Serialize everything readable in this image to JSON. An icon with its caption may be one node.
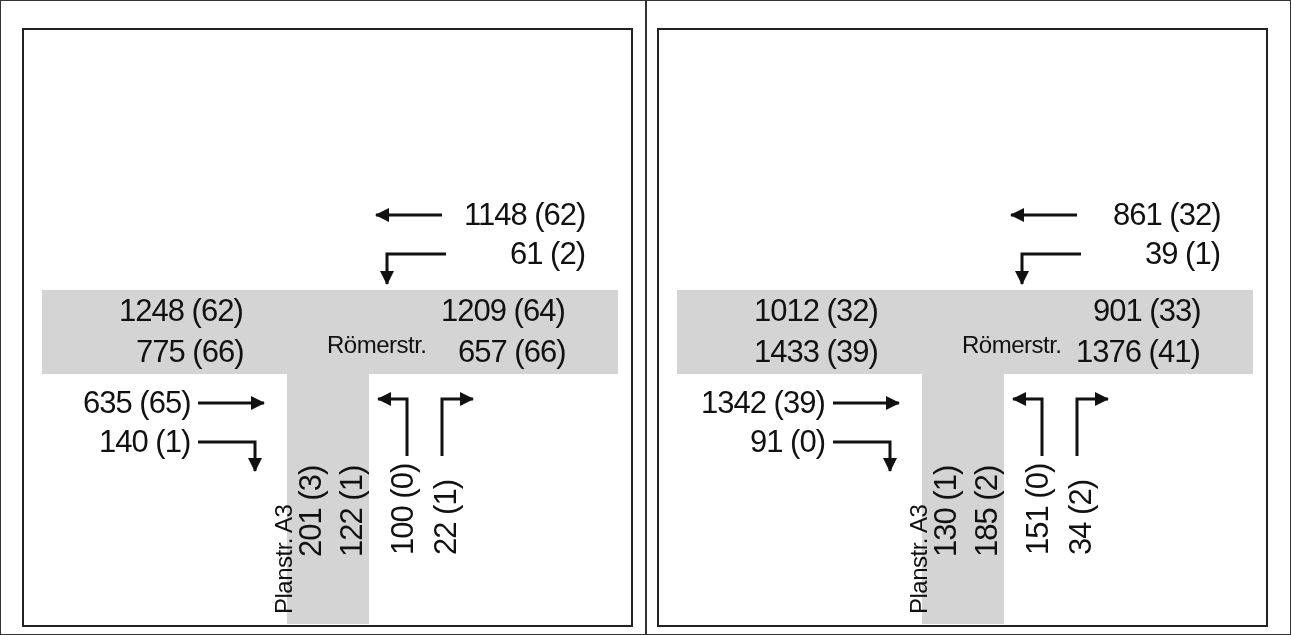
{
  "diagram": {
    "nodes": [
      {
        "text": [],
        "shape": "box"
      },
      {
        "text": [
          "Römerstr.",
          "Planstr. A3"
        ],
        "in": 0
      },
      {
        "text": [],
        "shape": "box"
      },
      {
        "text": [
          "Römerstr.",
          "Planstr. A3"
        ],
        "in": 2
      }
    ],
    "labels": [
      "1148 (62)",
      "61 (2)",
      "1248 (62)",
      "1209 (64)",
      "775 (66)",
      "657 (66)",
      "635 (65)",
      "140 (1)",
      "201 (3)",
      "122 (1)",
      "100 (0)",
      "22 (1)",
      "861 (32)",
      "39 (1)",
      "1012 (32)",
      "901 (33)",
      "1433 (39)",
      "1376 (41)",
      "1342 (39)",
      "91 (0)",
      "130 (1)",
      "185 (2)",
      "151 (0)",
      "34 (2)"
    ]
  }
}
